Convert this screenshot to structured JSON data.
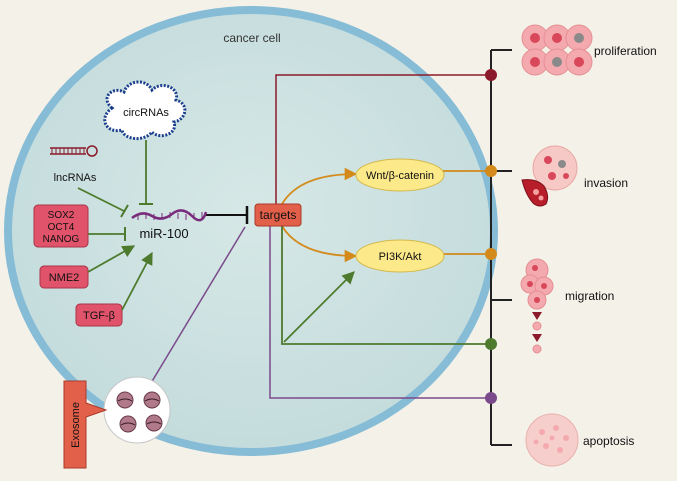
{
  "cell": {
    "label": "cancer cell"
  },
  "regulators": {
    "circrnas": "circRNAs",
    "lncrnas": "lncRNAs",
    "transcription_factors": [
      "SOX2",
      "OCT4",
      "NANOG"
    ],
    "nme2": "NME2",
    "tgfb": "TGF-β"
  },
  "mirna": {
    "label": "miR-100"
  },
  "targets": {
    "label": "targets"
  },
  "pathways": {
    "wnt": "Wnt/β-catenin",
    "pi3k": "PI3K/Akt"
  },
  "outcomes": {
    "proliferation": "proliferation",
    "invasion": "invasion",
    "migration": "migration",
    "apoptosis": "apoptosis"
  },
  "exosome": {
    "label": "Exosome"
  },
  "colors": {
    "background": "#f4f1e8",
    "cell_fill": "#cfe3e3",
    "cell_border": "#86bcd6",
    "box_red": "#e0536a",
    "targets_box": "#e2604a",
    "pathway_fill": "#fbe98a",
    "maroon": "#8b1a2a",
    "orange": "#d48a1a",
    "green": "#4e7a2e",
    "purple": "#7a4a8a",
    "mirna_purple": "#7a2c7c",
    "circrna_blue": "#1a3e8c"
  }
}
